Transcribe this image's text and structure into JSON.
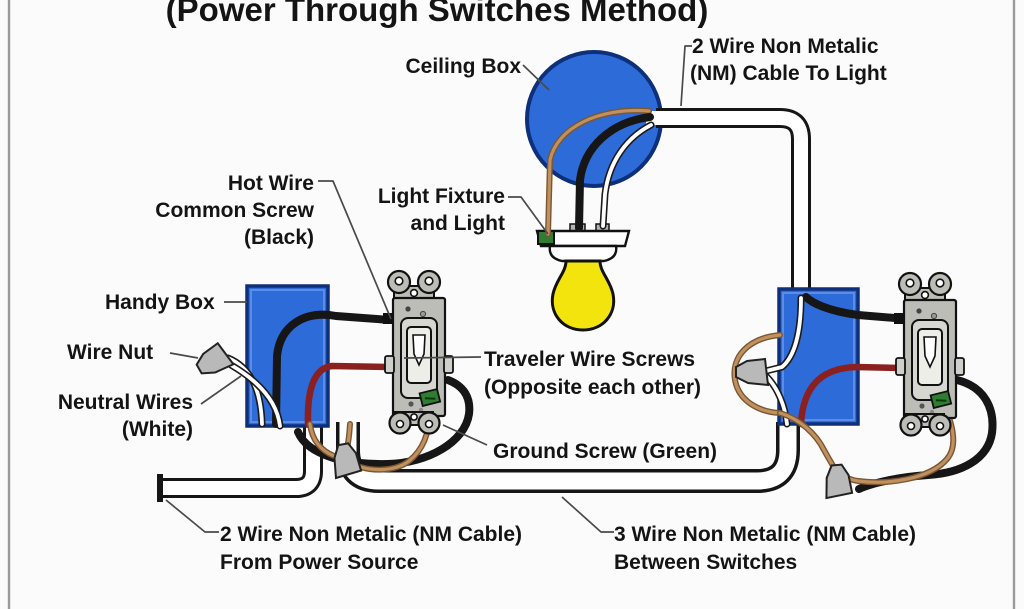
{
  "title": "(Power Through Switches Method)",
  "labels": {
    "ceiling_box": "Ceiling Box",
    "cable_to_light": [
      "2 Wire Non Metalic",
      "(NM) Cable To Light"
    ],
    "hot_wire_common": [
      "Hot Wire",
      "Common Screw",
      "(Black)"
    ],
    "light_fixture": [
      "Light Fixture",
      "and Light"
    ],
    "handy_box": "Handy Box",
    "wire_nut": "Wire Nut",
    "neutral_wires": [
      "Neutral Wires",
      "(White)"
    ],
    "traveler_screws": [
      "Traveler Wire Screws",
      "(Opposite each other)"
    ],
    "ground_screw": "Ground Screw (Green)",
    "power_source_cable": [
      "2 Wire Non Metalic (NM Cable)",
      "From Power Source"
    ],
    "between_switches_cable": [
      "3 Wire Non Metalic (NM Cable)",
      "Between Switches"
    ]
  },
  "colors": {
    "bg": "#fbfbfb",
    "box_blue": "#2d6bd9",
    "box_blue_border": "#0e2f7a",
    "bulb_yellow": "#f2e40c",
    "copper": "#c0905f",
    "copper_dark": "#7a5633",
    "wire_black": "#161616",
    "wire_red": "#8a2020",
    "switch_gray": "#bdbdb8",
    "ground_green": "#2e7d32",
    "wirenut_gray": "#b9b9b9",
    "leader_gray": "#4a4a4a",
    "frame_gray": "#9a9a9a",
    "text_black": "#141414"
  }
}
